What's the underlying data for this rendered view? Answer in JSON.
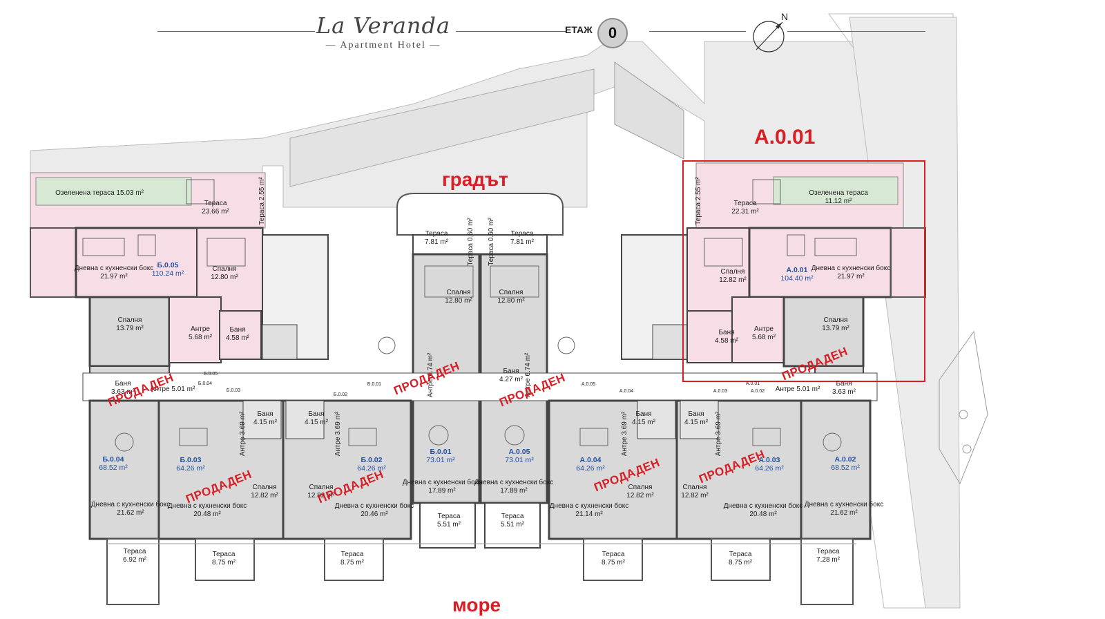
{
  "header": {
    "logo_title": "La Veranda",
    "logo_subtitle": "— Apartment Hotel —",
    "floor_label": "ЕТАЖ",
    "floor_number": "0",
    "north_label": "N"
  },
  "directions": {
    "city": "градът",
    "sea": "море"
  },
  "selected_unit": "А.0.01",
  "sold_label": "ПРОДАДЕН",
  "colors": {
    "accent": "#d81f26",
    "unit_text": "#2050a0",
    "selected_fill": "#f7dde6",
    "room_fill": "#d9d9d9",
    "garden_fill": "#d7e9d4"
  },
  "units": [
    {
      "code": "Б.0.05",
      "area": "110.24 m²"
    },
    {
      "code": "А.0.01",
      "area": "104.40 m²"
    },
    {
      "code": "Б.0.04",
      "area": "68.52 m²"
    },
    {
      "code": "Б.0.03",
      "area": "64.26 m²"
    },
    {
      "code": "Б.0.02",
      "area": "64.26 m²"
    },
    {
      "code": "Б.0.01",
      "area": "73.01 m²"
    },
    {
      "code": "А.0.05",
      "area": "73.01 m²"
    },
    {
      "code": "А.0.04",
      "area": "64.26 m²"
    },
    {
      "code": "А.0.03",
      "area": "64.26 m²"
    },
    {
      "code": "А.0.02",
      "area": "68.52 m²"
    }
  ],
  "rooms": [
    {
      "name": "Озеленена тераса",
      "area": "15.03 m²"
    },
    {
      "name": "Тераса",
      "area": "23.66 m²"
    },
    {
      "name": "Тераса",
      "area": "2.55 m²"
    },
    {
      "name": "Дневна с кухненски бокс",
      "area": "21.97 m²"
    },
    {
      "name": "Спалня",
      "area": "12.80 m²"
    },
    {
      "name": "Спалня",
      "area": "13.79 m²"
    },
    {
      "name": "Антре",
      "area": "5.68 m²"
    },
    {
      "name": "Баня",
      "area": "4.58 m²"
    },
    {
      "name": "Баня",
      "area": "3.63 m²"
    },
    {
      "name": "Антре",
      "area": "5.01 m²"
    },
    {
      "name": "Тераса",
      "area": "7.81 m²"
    },
    {
      "name": "Тераса",
      "area": "0.60 m²"
    },
    {
      "name": "Тераса",
      "area": "0.60 m²"
    },
    {
      "name": "Тераса",
      "area": "7.81 m²"
    },
    {
      "name": "Спалня",
      "area": "12.80 m²"
    },
    {
      "name": "Спалня",
      "area": "12.80 m²"
    },
    {
      "name": "Антре",
      "area": "6.74 m²"
    },
    {
      "name": "Баня",
      "area": "4.27 m²"
    },
    {
      "name": "Антре",
      "area": "6.74 m²"
    },
    {
      "name": "Тераса",
      "area": "2.55 m²"
    },
    {
      "name": "Тераса",
      "area": "22.31 m²"
    },
    {
      "name": "Озеленена тераса",
      "area": "11.12 m²"
    },
    {
      "name": "Спалня",
      "area": "12.82 m²"
    },
    {
      "name": "Дневна с кухненски бокс",
      "area": "21.97 m²"
    },
    {
      "name": "Баня",
      "area": "4.58 m²"
    },
    {
      "name": "Антре",
      "area": "5.68 m²"
    },
    {
      "name": "Спалня",
      "area": "13.79 m²"
    },
    {
      "name": "Баня",
      "area": "3.63 m²"
    },
    {
      "name": "Антре",
      "area": "5.01 m²"
    },
    {
      "name": "Баня",
      "area": "4.15 m²"
    },
    {
      "name": "Антре",
      "area": "3.69 m²"
    },
    {
      "name": "Баня",
      "area": "4.15 m²"
    },
    {
      "name": "Антре",
      "area": "3.69 m²"
    },
    {
      "name": "Баня",
      "area": "4.15 m²"
    },
    {
      "name": "Антре",
      "area": "3.69 m²"
    },
    {
      "name": "Баня",
      "area": "4.15 m²"
    },
    {
      "name": "Антре",
      "area": "3.69 m²"
    },
    {
      "name": "Дневна с кухненски бокс",
      "area": "21.62 m²"
    },
    {
      "name": "Дневна с кухненски бокс",
      "area": "20.48 m²"
    },
    {
      "name": "Спалня",
      "area": "12.82 m²"
    },
    {
      "name": "Спалня",
      "area": "12.82 m²"
    },
    {
      "name": "Дневна с кухненски бокс",
      "area": "20.46 m²"
    },
    {
      "name": "Дневна с кухненски бокс",
      "area": "17.89 m²"
    },
    {
      "name": "Дневна с кухненски бокс",
      "area": "17.89 m²"
    },
    {
      "name": "Дневна с кухненски бокс",
      "area": "21.14 m²"
    },
    {
      "name": "Спалня",
      "area": "12.82 m²"
    },
    {
      "name": "Спалня",
      "area": "12.82 m²"
    },
    {
      "name": "Дневна с кухненски бокс",
      "area": "20.48 m²"
    },
    {
      "name": "Дневна с кухненски бокс",
      "area": "21.62 m²"
    },
    {
      "name": "Тераса",
      "area": "5.51 m²"
    },
    {
      "name": "Тераса",
      "area": "5.51 m²"
    },
    {
      "name": "Тераса",
      "area": "6.92 m²"
    },
    {
      "name": "Тераса",
      "area": "8.75 m²"
    },
    {
      "name": "Тераса",
      "area": "8.75 m²"
    },
    {
      "name": "Тераса",
      "area": "8.75 m²"
    },
    {
      "name": "Тераса",
      "area": "8.75 m²"
    },
    {
      "name": "Тераса",
      "area": "7.28 m²"
    }
  ],
  "door_tags": [
    "Б.0.04",
    "Б.0.05",
    "Б.0.03",
    "Б.0.02",
    "Б.0.01",
    "А.0.05",
    "А.0.04",
    "А.0.03",
    "А.0.01",
    "А.0.02"
  ]
}
